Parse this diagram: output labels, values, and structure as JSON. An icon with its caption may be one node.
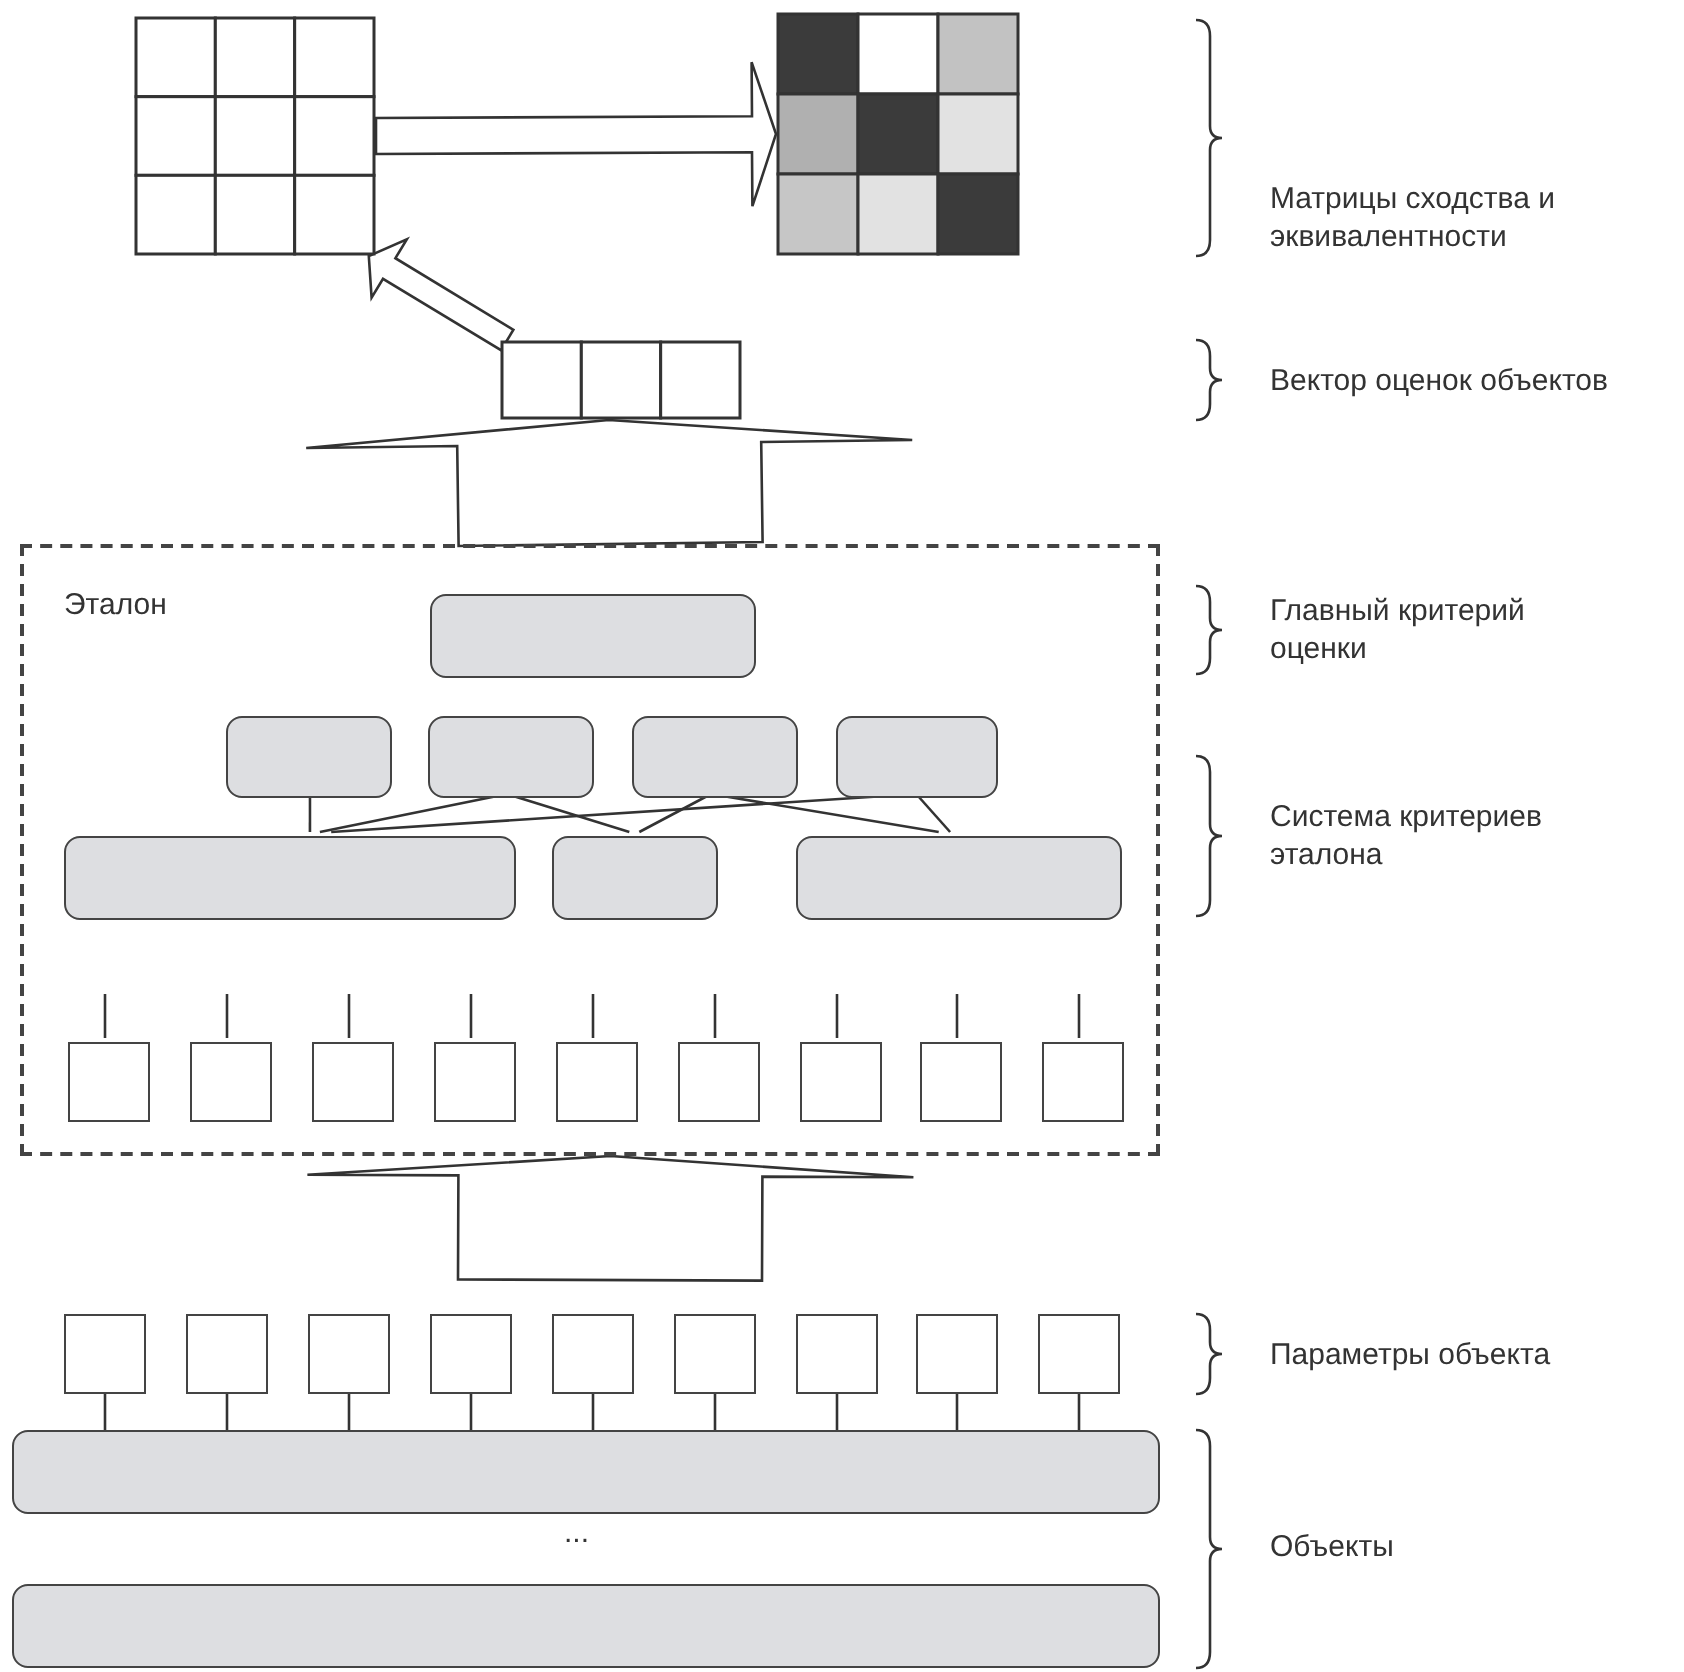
{
  "diagram": {
    "nodes": [
      {
        "text": [],
        "shape": "grid"
      },
      {
        "text": [],
        "shape": "grid"
      },
      {
        "text": [],
        "shape": "grid"
      },
      {
        "text": [
          "Эталон"
        ]
      },
      {
        "text": [],
        "shape": "box",
        "in": 3
      },
      {
        "text": [],
        "shape": "box",
        "in": 3
      },
      {
        "text": [],
        "shape": "box",
        "in": 3
      },
      {
        "text": [],
        "shape": "box",
        "in": 3
      },
      {
        "text": [],
        "shape": "box",
        "in": 3
      },
      {
        "text": [],
        "shape": "box",
        "in": 3
      },
      {
        "text": [],
        "shape": "box",
        "in": 3
      },
      {
        "text": [],
        "shape": "box",
        "in": 3
      },
      {
        "text": [],
        "shape": "box",
        "in": 3
      },
      {
        "text": [],
        "shape": "box",
        "in": 3
      },
      {
        "text": [],
        "shape": "box",
        "in": 3
      },
      {
        "text": [],
        "shape": "box",
        "in": 3
      },
      {
        "text": [],
        "shape": "box",
        "in": 3
      },
      {
        "text": [],
        "shape": "box",
        "in": 3
      },
      {
        "text": [],
        "shape": "box",
        "in": 3
      },
      {
        "text": [],
        "shape": "box",
        "in": 3
      },
      {
        "text": [],
        "shape": "box",
        "in": 3
      },
      {
        "text": [],
        "shape": "box"
      },
      {
        "text": [],
        "shape": "box"
      },
      {
        "text": [],
        "shape": "box"
      },
      {
        "text": [],
        "shape": "box"
      },
      {
        "text": [],
        "shape": "box"
      },
      {
        "text": [],
        "shape": "box"
      },
      {
        "text": [],
        "shape": "box"
      },
      {
        "text": [],
        "shape": "box"
      },
      {
        "text": [],
        "shape": "box"
      },
      {
        "text": [],
        "shape": "bar"
      },
      {
        "text": [],
        "shape": "bar"
      }
    ],
    "edges": [
      {
        "from": 2,
        "to": 0,
        "arrow": "to"
      },
      {
        "from": 0,
        "to": 1,
        "arrow": "to"
      },
      {
        "from": 3,
        "to": 2,
        "arrow": "to"
      },
      {
        "from": null,
        "to": 3,
        "arrow": "to"
      },
      {
        "from": 5,
        "to": 9,
        "arrow": "none"
      },
      {
        "from": 6,
        "to": 9,
        "arrow": "none"
      },
      {
        "from": 6,
        "to": 10,
        "arrow": "none"
      },
      {
        "from": 7,
        "to": 10,
        "arrow": "none"
      },
      {
        "from": 7,
        "to": 11,
        "arrow": "none"
      },
      {
        "from": 8,
        "to": 9,
        "arrow": "none"
      },
      {
        "from": 8,
        "to": 11,
        "arrow": "none"
      },
      {
        "from": null,
        "to": 12,
        "arrow": "none"
      },
      {
        "from": null,
        "to": 13,
        "arrow": "none"
      },
      {
        "from": null,
        "to": 14,
        "arrow": "none"
      },
      {
        "from": null,
        "to": 15,
        "arrow": "none"
      },
      {
        "from": null,
        "to": 16,
        "arrow": "none"
      },
      {
        "from": null,
        "to": 17,
        "arrow": "none"
      },
      {
        "from": null,
        "to": 18,
        "arrow": "none"
      },
      {
        "from": null,
        "to": 19,
        "arrow": "none"
      },
      {
        "from": null,
        "to": 20,
        "arrow": "none"
      },
      {
        "from": 21,
        "to": 30,
        "arrow": "none"
      },
      {
        "from": 22,
        "to": 30,
        "arrow": "none"
      },
      {
        "from": 23,
        "to": 30,
        "arrow": "none"
      },
      {
        "from": 24,
        "to": 30,
        "arrow": "none"
      },
      {
        "from": 25,
        "to": 30,
        "arrow": "none"
      },
      {
        "from": 26,
        "to": 30,
        "arrow": "none"
      },
      {
        "from": 27,
        "to": 30,
        "arrow": "none"
      },
      {
        "from": 28,
        "to": 30,
        "arrow": "none"
      },
      {
        "from": 29,
        "to": 30,
        "arrow": "none"
      }
    ],
    "labels": [
      "Матрицы сходства и эквивалентности",
      "Вектор оценок объектов",
      "Главный критерий оценки",
      "Система критериев эталона",
      "Параметры объекта",
      "...",
      "Объекты"
    ]
  }
}
